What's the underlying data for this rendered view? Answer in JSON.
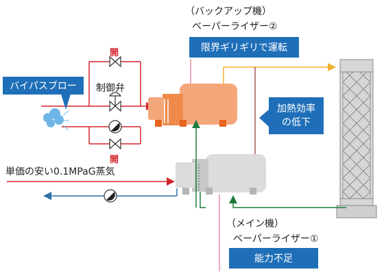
{
  "backup": {
    "title_line1": "（バックアップ機）",
    "title_line2": "ベーパーライザー②",
    "status": "限界ギリギリで運転"
  },
  "main_unit": {
    "title_line1": "（メイン機）",
    "title_line2": "ベーパーライザー①",
    "status": "能力不足"
  },
  "bypass_label": "バイパスブロー",
  "valve_label": "制御弁",
  "open_top": "開",
  "open_bottom": "開",
  "heating_line1": "加熱効率",
  "heating_line2": "の低下",
  "steam_label": "単価の安い0.1MPaG蒸気",
  "colors": {
    "steam_red": "#d4242b",
    "water_blue": "#2f6fa8",
    "exhaust_yellow": "#f0b132",
    "return_green": "#1e7b3c",
    "backup_orange": "#f5a77c",
    "main_gray": "#dcdcdc",
    "label_blue": "#1f6fb8"
  }
}
